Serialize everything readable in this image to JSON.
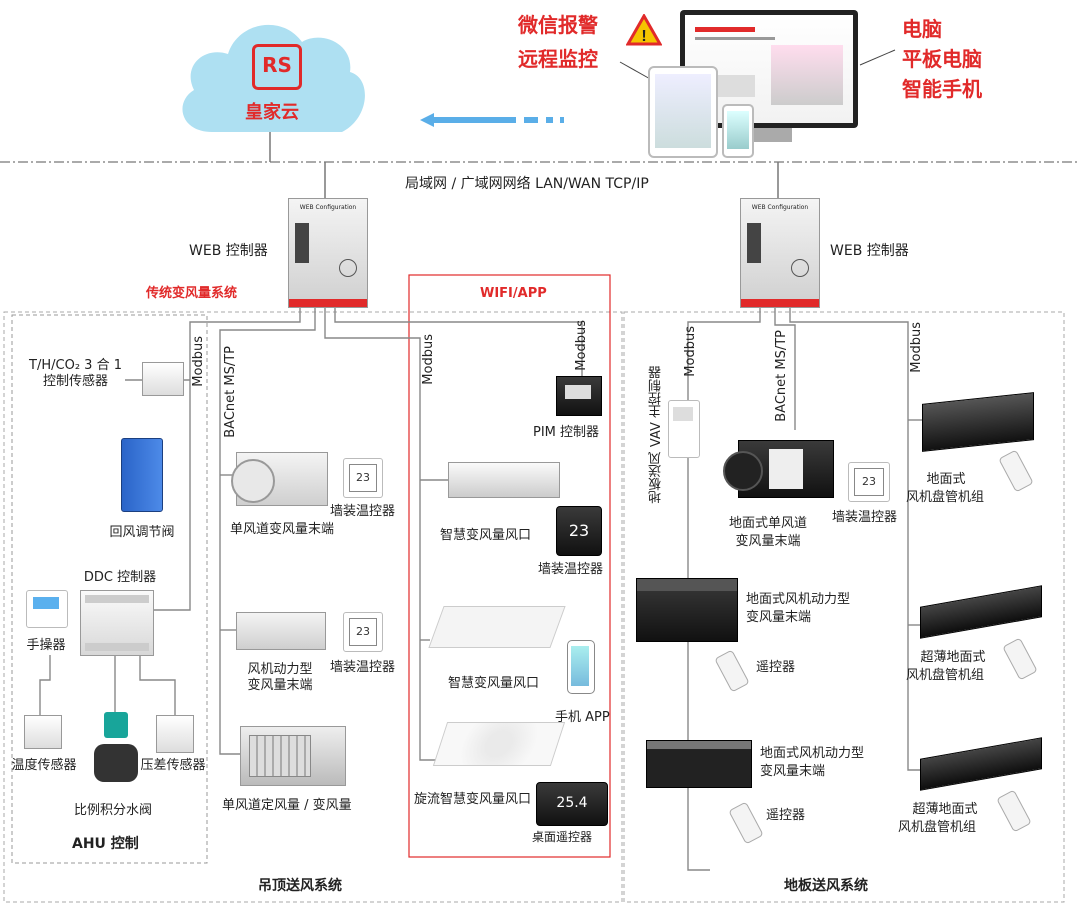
{
  "cloud": {
    "name": "皇家云",
    "logo": "RS"
  },
  "alerts": {
    "line1": "微信报警",
    "line2": "远程监控",
    "icon": "warning-triangle-icon"
  },
  "devices_label": {
    "line1": "电脑",
    "line2": "平板电脑",
    "line3": "智能手机"
  },
  "network": {
    "label": "局域网 / 广域网网络 LAN/WAN TCP/IP"
  },
  "gateway": {
    "left_label": "WEB 控制器",
    "right_label": "WEB 控制器",
    "device_text": "WEB Configuration Gateway"
  },
  "sections": {
    "traditional": "传统变风量系统",
    "wifi_app": "WIFI/APP",
    "ahu": "AHU 控制",
    "ceiling": "吊顶送风系统",
    "floor": "地板送风系统"
  },
  "protocols": {
    "modbus": "Modbus",
    "bacnet": "BACnet MS/TP",
    "floor_vav_master": "地板送风 VAV 主控制器"
  },
  "ahu": {
    "sensor3in1_line1": "T/H/CO₂ 3 合 1",
    "sensor3in1_line2": "控制传感器",
    "return_damper": "回风调节阀",
    "ddc": "DDC 控制器",
    "handheld": "手操器",
    "temp_sensor": "温度传感器",
    "pressure_sensor": "压差传感器",
    "valve": "比例积分水阀"
  },
  "ceiling": {
    "single_duct_vav_line1": "单风道变风量末端",
    "wall_thermostat": "墙装温控器",
    "fan_powered_line1": "风机动力型",
    "fan_powered_line2": "变风量末端",
    "single_duct_cav": "单风道定风量 / 变风量"
  },
  "wifi": {
    "pim": "PIM 控制器",
    "smart_vav": "智慧变风量风口",
    "wall_thermostat": "墙装温控器",
    "smart_vav_2": "智慧变风量风口",
    "app": "手机 APP",
    "swirl": "旋流智慧变风量风口",
    "desktop_remote": "桌面遥控器",
    "thermo_display": "23",
    "desktop_display": "25.4"
  },
  "floor": {
    "floor_single_line1": "地面式单风道",
    "floor_single_line2": "变风量末端",
    "wall_thermostat": "墙装温控器",
    "floor_fancoil_line1": "地面式",
    "floor_fancoil_line2": "风机盘管机组",
    "floor_fanpowered_line1": "地面式风机动力型",
    "floor_fanpowered_line2": "变风量末端",
    "remote": "遥控器",
    "ultrathin_line1": "超薄地面式",
    "ultrathin_line2": "风机盘管机组",
    "floor_fanpowered2_line1": "地面式风机动力型",
    "floor_fanpowered2_line2": "变风量末端",
    "remote2": "遥控器",
    "ultrathin2_line1": "超薄地面式",
    "ultrathin2_line2": "风机盘管机组"
  },
  "colors": {
    "accent_red": "#e12a2a",
    "cloud_blue": "#aee0f2",
    "arrow_blue": "#5aaee8",
    "line_gray": "#888888"
  }
}
